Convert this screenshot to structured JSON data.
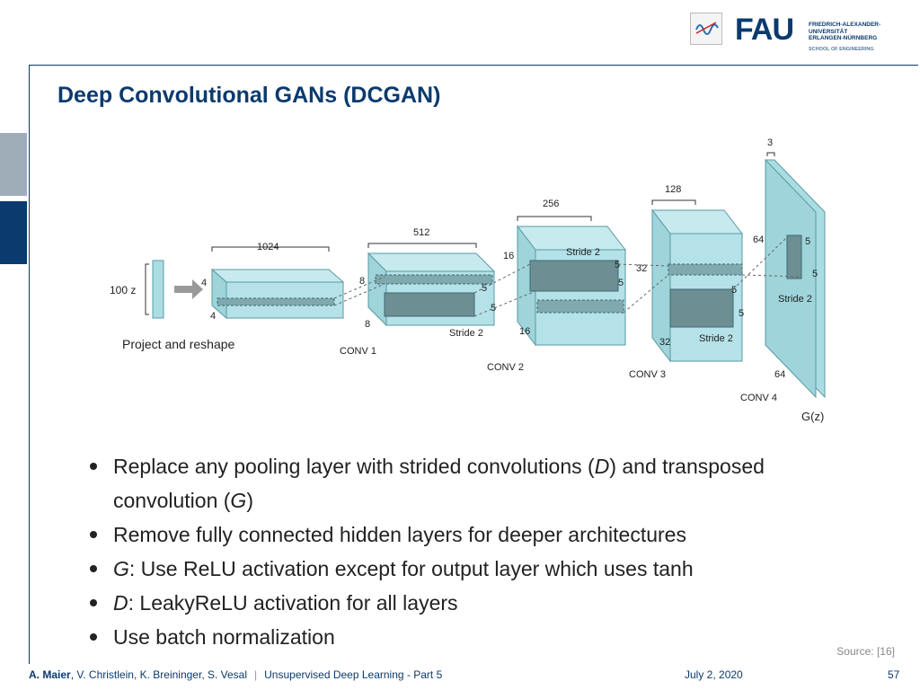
{
  "header": {
    "logo_text": "FAU",
    "university_line1": "FRIEDRICH-ALEXANDER-",
    "university_line2": "UNIVERSITÄT",
    "university_line3": "ERLANGEN-NÜRNBERG",
    "school": "SCHOOL OF ENGINEERING"
  },
  "slide": {
    "title": "Deep Convolutional GANs (DCGAN)"
  },
  "diagram": {
    "input_label": "100 z",
    "project_label": "Project and reshape",
    "conv1": {
      "label": "CONV 1",
      "width": "1024",
      "h": "4",
      "w": "4"
    },
    "conv2": {
      "label": "CONV 2",
      "width": "512",
      "h": "8",
      "w": "8",
      "kernel": "5",
      "stride": "Stride 2"
    },
    "conv3": {
      "label": "CONV 3",
      "width": "256",
      "h": "16",
      "w": "16",
      "kernel": "5",
      "stride": "Stride 2"
    },
    "conv4": {
      "label": "CONV 4",
      "width": "128",
      "h": "32",
      "w": "32",
      "kernel": "5",
      "stride": "Stride 2"
    },
    "output": {
      "label": "G(z)",
      "width": "3",
      "h": "64",
      "w": "64",
      "kernel": "5",
      "stride": "Stride 2"
    }
  },
  "bullets": {
    "b1_pre": "Replace any pooling layer with strided convolutions (",
    "b1_d": "D",
    "b1_mid": ") and transposed",
    "b1_cont_pre": "convolution (",
    "b1_g": "G",
    "b1_cont_post": ")",
    "b2": "Remove fully connected hidden layers for deeper architectures",
    "b3_g": "G",
    "b3": ": Use ReLU activation except for output layer which uses tanh",
    "b4_d": "D",
    "b4": ": LeakyReLU activation for all layers",
    "b5": "Use batch normalization"
  },
  "source": "Source: [16]",
  "footer": {
    "author_main": "A. Maier",
    "authors_rest": ", V. Christlein, K. Breininger, S. Vesal",
    "separator": "|",
    "course": "Unsupervised Deep Learning - Part 5",
    "date": "July 2, 2020",
    "page": "57"
  }
}
